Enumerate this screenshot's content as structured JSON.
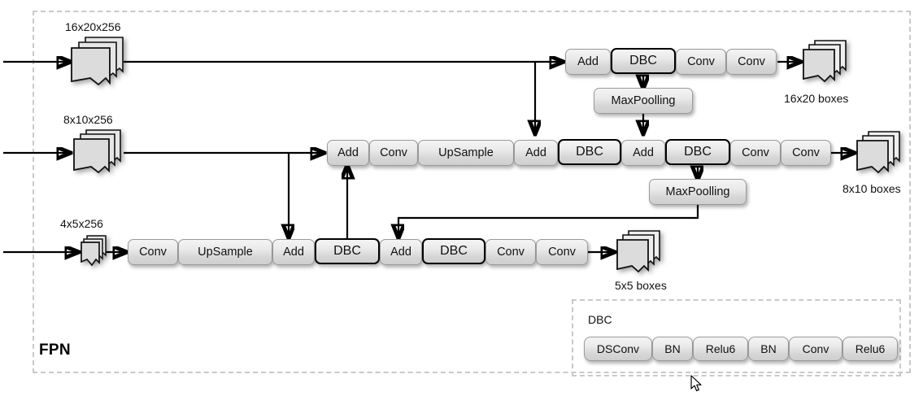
{
  "diagram": {
    "title": "FPN",
    "fpn_label": "FPN",
    "legend_title": "DBC"
  },
  "inputs": [
    {
      "name": "input-16x20x256",
      "label": "16x20x256"
    },
    {
      "name": "input-8x10x256",
      "label": "8x10x256"
    },
    {
      "name": "input-4x5x256",
      "label": "4x5x256"
    }
  ],
  "outputs": [
    {
      "name": "output-16x20-boxes",
      "label": "16x20 boxes"
    },
    {
      "name": "output-8x10-boxes",
      "label": "8x10 boxes"
    },
    {
      "name": "output-5x5-boxes",
      "label": "5x5 boxes"
    }
  ],
  "rows": {
    "top": {
      "name": "row-16x20",
      "blocks": [
        {
          "label": "Add",
          "style": "plain"
        },
        {
          "label": "DBC",
          "style": "strong"
        },
        {
          "label": "Conv",
          "style": "plain"
        },
        {
          "label": "Conv",
          "style": "plain"
        }
      ],
      "pool": {
        "label": "MaxPoolling"
      }
    },
    "middle": {
      "name": "row-8x10",
      "blocks": [
        {
          "label": "Add",
          "style": "plain"
        },
        {
          "label": "Conv",
          "style": "plain"
        },
        {
          "label": "UpSample",
          "style": "plain"
        },
        {
          "label": "Add",
          "style": "plain"
        },
        {
          "label": "DBC",
          "style": "strong"
        },
        {
          "label": "Add",
          "style": "plain"
        },
        {
          "label": "DBC",
          "style": "strong"
        },
        {
          "label": "Conv",
          "style": "plain"
        },
        {
          "label": "Conv",
          "style": "plain"
        }
      ],
      "pool": {
        "label": "MaxPoolling"
      }
    },
    "bottom": {
      "name": "row-4x5",
      "blocks": [
        {
          "label": "Conv",
          "style": "plain"
        },
        {
          "label": "UpSample",
          "style": "plain"
        },
        {
          "label": "Add",
          "style": "plain"
        },
        {
          "label": "DBC",
          "style": "strong"
        },
        {
          "label": "Add",
          "style": "plain"
        },
        {
          "label": "DBC",
          "style": "strong"
        },
        {
          "label": "Conv",
          "style": "plain"
        },
        {
          "label": "Conv",
          "style": "plain"
        }
      ]
    }
  },
  "legend": {
    "name": "dbc-expansion",
    "blocks": [
      {
        "label": "DSConv"
      },
      {
        "label": "BN"
      },
      {
        "label": "Relu6"
      },
      {
        "label": "BN"
      },
      {
        "label": "Conv"
      },
      {
        "label": "Relu6"
      }
    ]
  },
  "colors": {
    "box_border": "#9a9a9a",
    "box_border_strong": "#000000",
    "box_fill_top": "#f4f4f4",
    "box_fill_bottom": "#cfcfcf",
    "dashed_border": "#c9c9c9",
    "wire": "#000000",
    "text": "#111111"
  }
}
